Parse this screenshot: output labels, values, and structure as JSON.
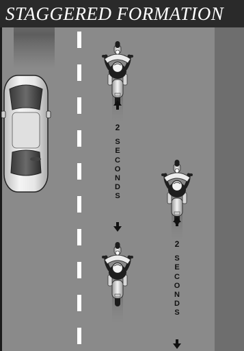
{
  "title": "STAGGERED FORMATION",
  "gap_left": {
    "number": "2",
    "word": "SECONDS"
  },
  "gap_right": {
    "number": "2",
    "word": "SECONDS"
  },
  "icons": {
    "car": "car-icon",
    "motorcycle": "motorcycle-icon",
    "arrow_up": "arrow-up-icon",
    "arrow_down": "arrow-down-icon"
  },
  "colors": {
    "title_bar": "#2a2a2a",
    "road": "#8a8a8a",
    "shoulder": "#6e6e6e",
    "lane_marking": "#ffffff",
    "text": "#111111"
  }
}
